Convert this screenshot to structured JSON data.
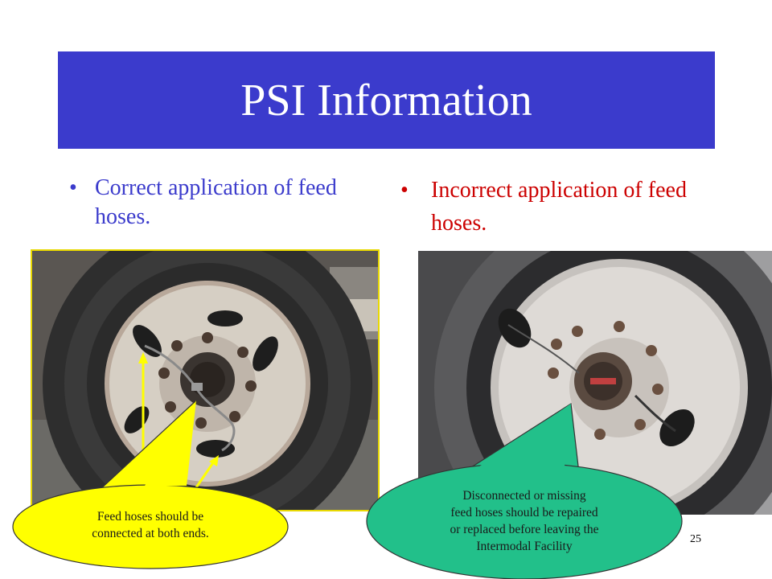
{
  "slide": {
    "title": "PSI Information",
    "bullets": {
      "left": "Correct application of feed hoses.",
      "right": "Incorrect application of feed hoses."
    },
    "bullet_glyph": "•",
    "callouts": {
      "left": [
        "Feed hoses should be",
        "connected at both ends."
      ],
      "right": [
        "Disconnected or missing",
        "feed hoses should be repaired",
        "or replaced before leaving the",
        "Intermodal Facility"
      ]
    },
    "page_number": "25"
  },
  "colors": {
    "title_bar": "#3b3bcc",
    "title_text": "#ffffff",
    "bullet_left": "#3b3bcc",
    "bullet_right": "#cc0000",
    "callout_left_fill": "#ffff00",
    "callout_right_fill": "#22c08a",
    "arrow": "#ffff00"
  },
  "images": {
    "left": "wheel-photo-correct-feed-hoses",
    "right": "wheel-photo-incorrect-feed-hoses"
  }
}
